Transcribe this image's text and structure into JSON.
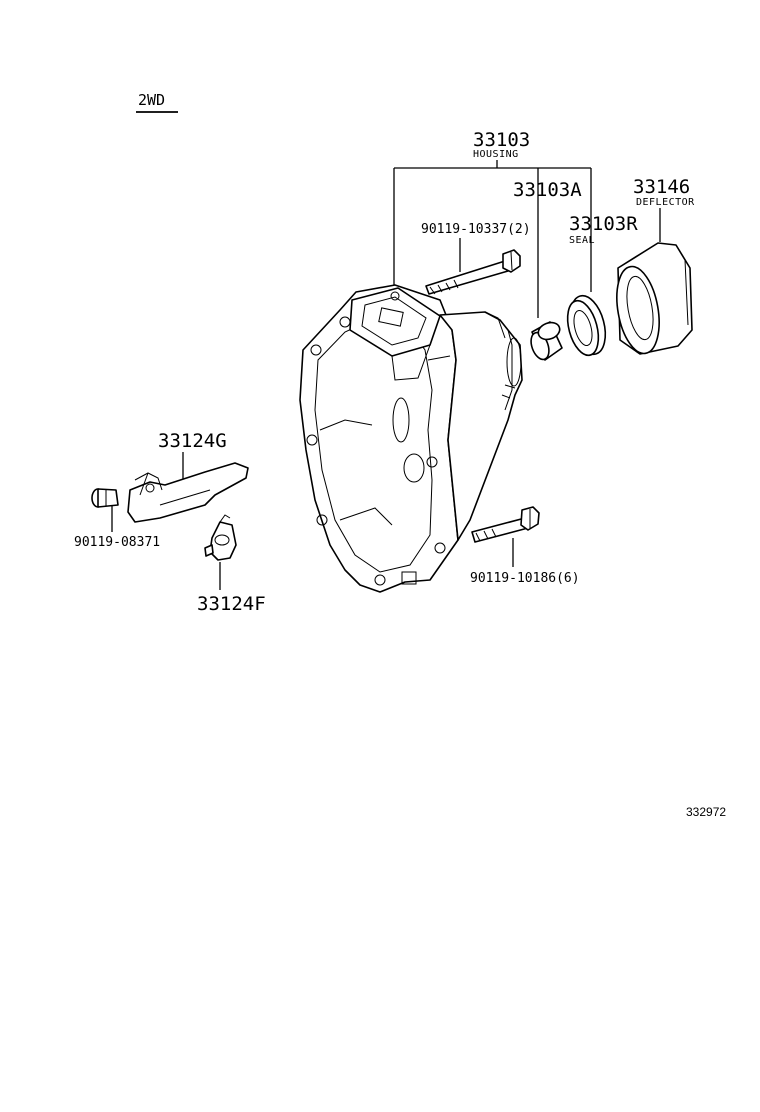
{
  "variant": "2WD",
  "callouts": {
    "housing": {
      "number": "33103",
      "name": "HOUSING"
    },
    "bearing": {
      "number": "33103A"
    },
    "seal": {
      "number": "33103R",
      "name": "SEAL"
    },
    "deflector": {
      "number": "33146",
      "name": "DEFLECTOR"
    },
    "bolt_top": {
      "number": "90119-10337(2)"
    },
    "bolt_bottom": {
      "number": "90119-10186(6)"
    },
    "fork": {
      "number": "33124G"
    },
    "fork_bolt": {
      "number": "90119-08371"
    },
    "fork_support": {
      "number": "33124F"
    }
  },
  "reference_code": "332972"
}
